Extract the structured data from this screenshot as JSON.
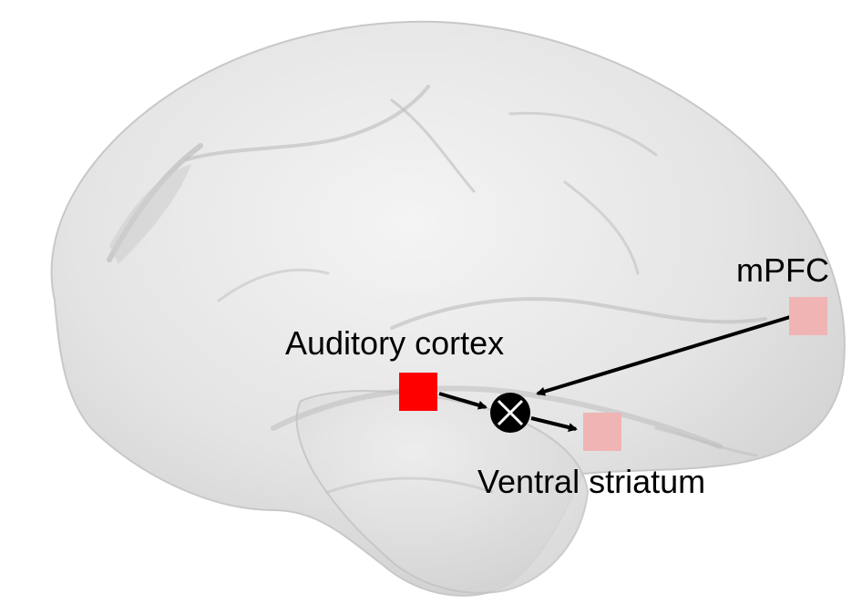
{
  "diagram": {
    "labels": {
      "mpfc": "mPFC",
      "auditory_cortex": "Auditory cortex",
      "ventral_striatum": "Ventral striatum"
    },
    "node_colors": {
      "auditory_cortex": "#ff0000",
      "mpfc": "#f0b4b4",
      "ventral_striatum": "#f0b4b4",
      "interaction_node": "#000000"
    },
    "brain_color": "#e6e6e6",
    "connections": [
      {
        "from": "Auditory cortex",
        "to": "interaction node"
      },
      {
        "from": "mPFC",
        "to": "interaction node"
      },
      {
        "from": "interaction node",
        "to": "Ventral striatum"
      }
    ]
  }
}
